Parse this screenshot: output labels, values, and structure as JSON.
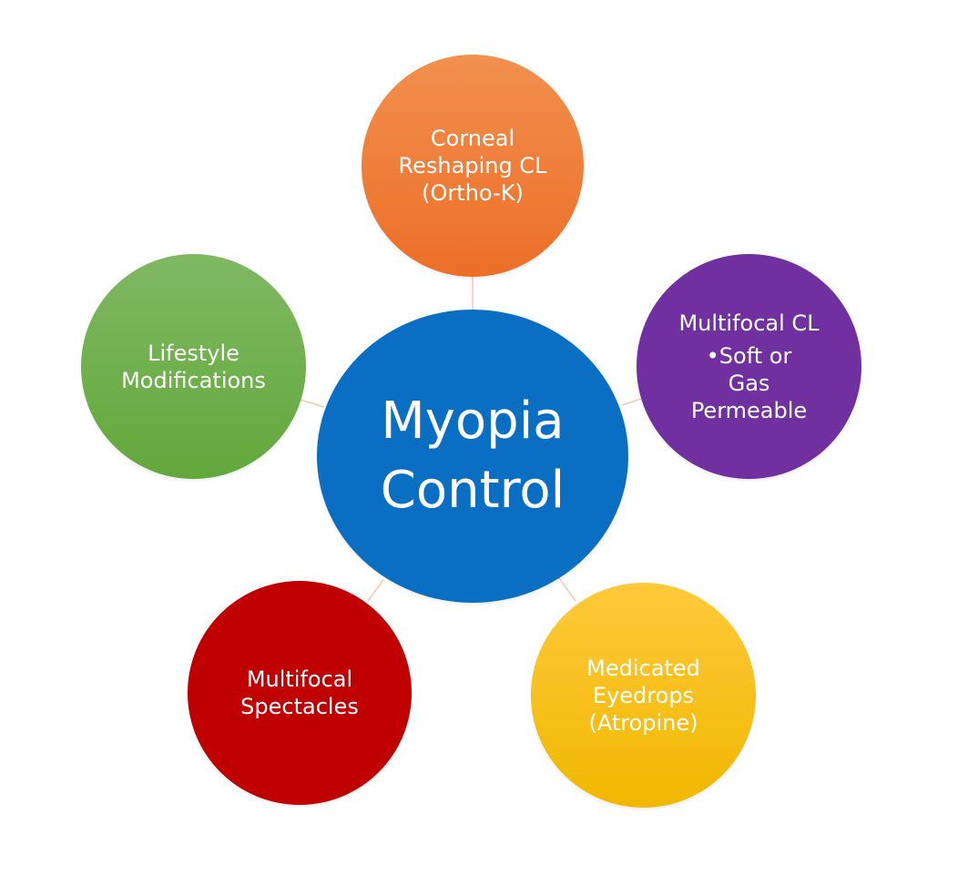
{
  "center": {
    "line1": "Myopia",
    "line2": "Control",
    "color": "#0a6fc2"
  },
  "nodes": {
    "top": {
      "lines": [
        "Corneal",
        "Reshaping CL",
        "(Ortho-K)"
      ],
      "color": "#ec6f27"
    },
    "right": {
      "title": "Multifocal CL",
      "bullet_lines": [
        "•Soft or Gas",
        "Permeable"
      ],
      "color": "#7030a0"
    },
    "left": {
      "lines": [
        "Lifestyle",
        "Modifications"
      ],
      "color": "#62a83b"
    },
    "bottom_left": {
      "lines": [
        "Multifocal",
        "Spectacles"
      ],
      "color": "#c00000"
    },
    "bottom_right": {
      "lines": [
        "Medicated",
        "Eyedrops",
        "(Atropine)"
      ],
      "color": "#f0b800"
    }
  },
  "connector_color": "#f2c9b3"
}
